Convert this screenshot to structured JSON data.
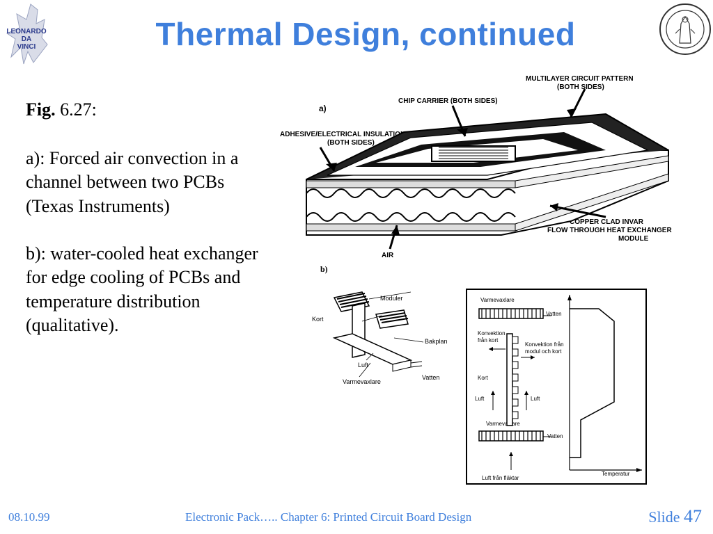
{
  "slide": {
    "title": "Thermal Design, continued",
    "logo_left_text": [
      "LEONARDO",
      "DA",
      "VINCI"
    ],
    "fig_label_bold": "Fig.",
    "fig_label_num": "6.27:",
    "para_a": "a): Forced air convection in a channel between two PCBs (Texas Instruments)",
    "para_b": "b): water-cooled heat exchanger for edge cooling of PCBs and temperature distribution (qualitative)."
  },
  "figure_a": {
    "panel_label": "a)",
    "labels": {
      "multilayer": "MULTILAYER CIRCUIT PATTERN",
      "multilayer_2": "(BOTH SIDES)",
      "chip_carrier": "CHIP CARRIER (BOTH SIDES)",
      "adhesive": "ADHESIVE/ELECTRICAL INSULATION",
      "adhesive_2": "(BOTH SIDES)",
      "copper": "COPPER CLAD INVAR",
      "flow": "FLOW THROUGH HEAT EXCHANGER",
      "module": "MODULE",
      "air": "AIR"
    }
  },
  "figure_b": {
    "panel_label": "b)",
    "left_labels": {
      "moduler": "Moduler",
      "kort": "Kort",
      "bakplan": "Bakplan",
      "luft": "Luft",
      "varmevaxlare": "Varmevaxlare",
      "vatten": "Vatten"
    },
    "right_labels": {
      "varmevaxlare_top": "Varmevaxlare",
      "vatten_top": "Vatten",
      "konvektion_kort": "Konvektion",
      "konvektion_kort_2": "från kort",
      "konvektion_modul": "Konvektion från",
      "konvektion_modul_2": "modul och kort",
      "kort": "Kort",
      "luft_left": "Luft",
      "luft_right": "Luft",
      "varmevaxlare_bottom": "Varmevaxlare",
      "vatten_bottom": "Vatten",
      "luft_fran_flaktar": "Luft från fläktar",
      "temperatur": "Temperatur"
    }
  },
  "footer": {
    "date": "08.10.99",
    "center": "Electronic Pack…..   Chapter 6: Printed Circuit Board Design",
    "slide_label": "Slide",
    "slide_number": "47"
  },
  "colors": {
    "title_blue": "#3f7fdc",
    "footer_blue": "#3f7fdc"
  }
}
